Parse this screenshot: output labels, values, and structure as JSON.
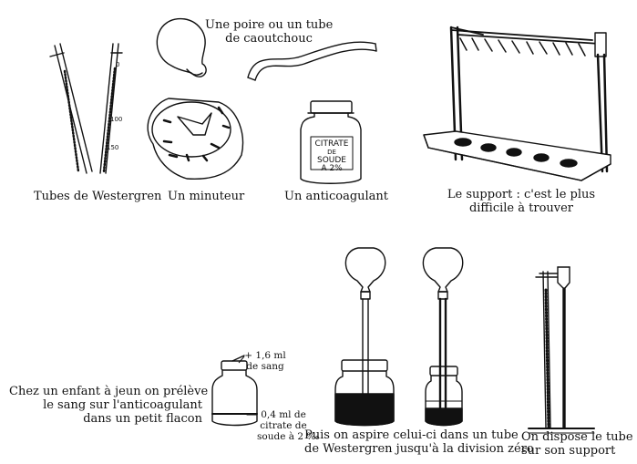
{
  "labels": {
    "westergren": "Tubes de Westergren",
    "timer": "Un minuteur",
    "anticoag": "Un anticoagulant",
    "bulb_line1": "Une poire ou un tube",
    "bulb_line2": "de caoutchouc",
    "support_line1": "Le support : c'est le plus",
    "support_line2": "difficile à trouver",
    "child_line1": "Chez un enfant à jeun on prélève",
    "child_line2": "le sang sur l'anticoagulant",
    "child_line3": "dans un petit flacon",
    "blood_line1": "+ 1,6 ml",
    "blood_line2": "de sang",
    "citrate_line1": "0,4 ml de",
    "citrate_line2": "citrate de",
    "citrate_line3": "soude à 2 ‰",
    "aspire_line1": "Puis on aspire celui-ci dans un tube",
    "aspire_line2": "de Westergren jusqu'à la division zéro",
    "dispose_line1": "On dispose le tube",
    "dispose_line2": "sur son support"
  },
  "tube_ticks": [
    "0",
    "100",
    "150"
  ],
  "bottle_label": [
    "CITRATE",
    "DE",
    "SOUDE",
    "A 2%"
  ]
}
